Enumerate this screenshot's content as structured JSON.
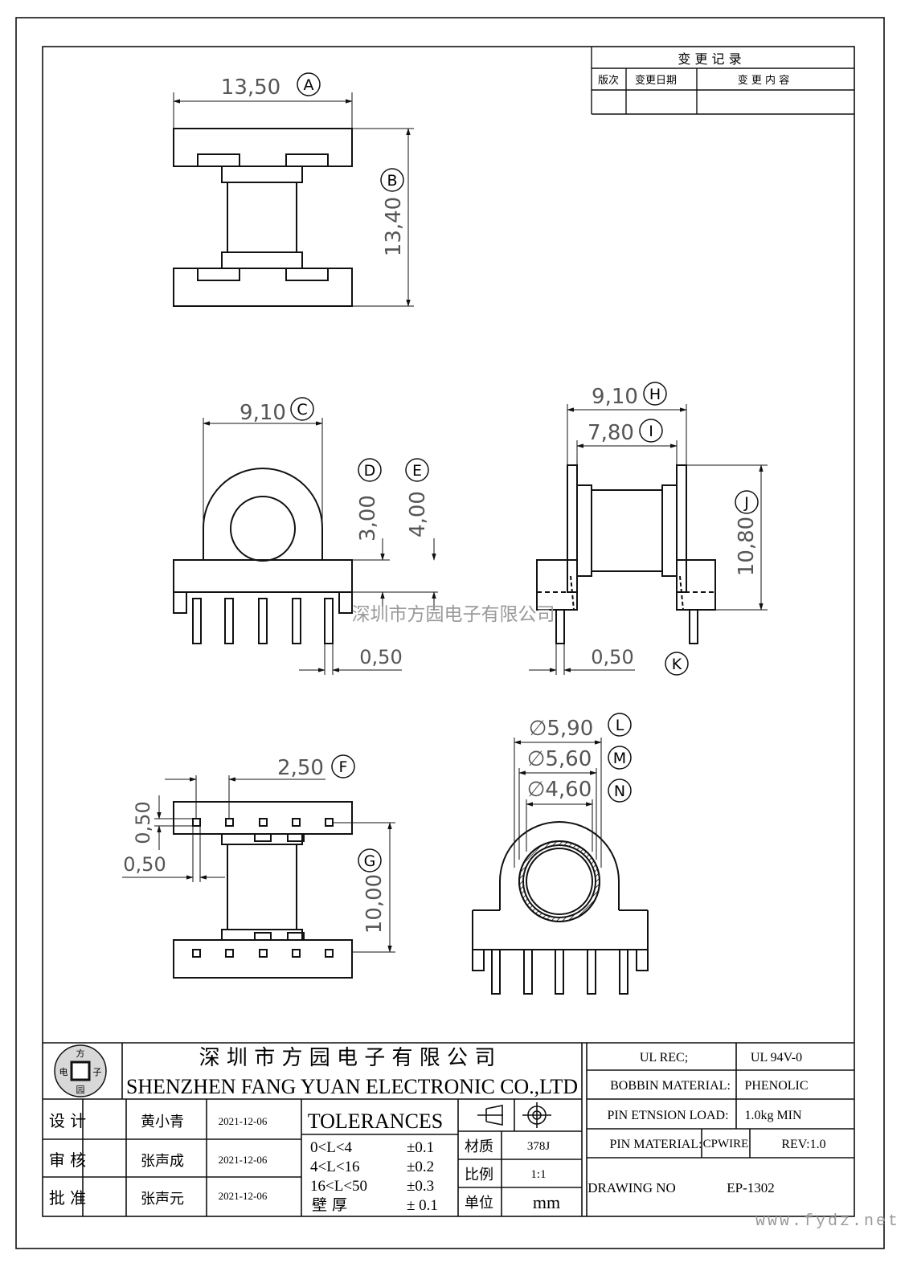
{
  "change_record": {
    "title": "变 更 记 录",
    "col_version": "版次",
    "col_date": "变更日期",
    "col_content": "变 更 内 容"
  },
  "views": {
    "top": {
      "width_label": "13,50",
      "width_tag": "A",
      "height_label": "13,40",
      "height_tag": "B"
    },
    "front": {
      "width_label": "9,10",
      "width_tag": "C",
      "d_label": "3,00",
      "d_tag": "D",
      "e_label": "4,00",
      "e_tag": "E",
      "pin_label": "0,50"
    },
    "side": {
      "outer_label": "9,10",
      "outer_tag": "H",
      "inner_label": "7,80",
      "inner_tag": "I",
      "height_label": "10,80",
      "height_tag": "J",
      "pin_label": "0,50",
      "k_tag": "K"
    },
    "bottom": {
      "pitch_label": "2,50",
      "pitch_tag": "F",
      "v_label": "0,50",
      "h_label": "0,50",
      "len_label": "10,00",
      "len_tag": "G"
    },
    "round": {
      "l_label": "∅5,90",
      "l_tag": "L",
      "m_label": "∅5,60",
      "m_tag": "M",
      "n_label": "∅4,60",
      "n_tag": "N"
    }
  },
  "watermark_center": "深圳市方园电子有限公司",
  "watermark_corner": "www.fydz.net",
  "logo": {
    "top": "方",
    "left": "电",
    "right": "子",
    "bottom": "园"
  },
  "title_block": {
    "company_cn": "深 圳 市 方 园 电 子 有 限 公 司",
    "company_en": "SHENZHEN FANG YUAN ELECTRONIC CO.,LTD",
    "rows": [
      {
        "role": "设  计",
        "name": "黄小青",
        "date": "2021-12-06"
      },
      {
        "role": "审  核",
        "name": "张声成",
        "date": "2021-12-06"
      },
      {
        "role": "批  准",
        "name": "张声元",
        "date": "2021-12-06"
      }
    ],
    "tolerances_title": "TOLERANCES",
    "tolerances": [
      {
        "range": "0<L<4",
        "value": "±0.1"
      },
      {
        "range": "4<L<16",
        "value": "±0.2"
      },
      {
        "range": "16<L<50",
        "value": "±0.3"
      },
      {
        "range": "壁  厚",
        "value": "± 0.1"
      }
    ],
    "material_label": "材质",
    "material_value": "378J",
    "scale_label": "比例",
    "scale_value": "1:1",
    "unit_label": "单位",
    "unit_value": "mm",
    "ul_rec_label": "UL REC;",
    "ul_rec_value": "UL  94V-0",
    "bobbin_label": "BOBBIN MATERIAL:",
    "bobbin_value": "PHENOLIC",
    "pin_load_label": "PIN ETNSION LOAD:",
    "pin_load_value": "1.0kg MIN",
    "pin_mat_label": "PIN MATERIAL:",
    "pin_mat_value": "CPWIRE",
    "rev": "REV:1.0",
    "drawing_no_label": "DRAWING NO",
    "drawing_no_value": "EP-1302"
  }
}
